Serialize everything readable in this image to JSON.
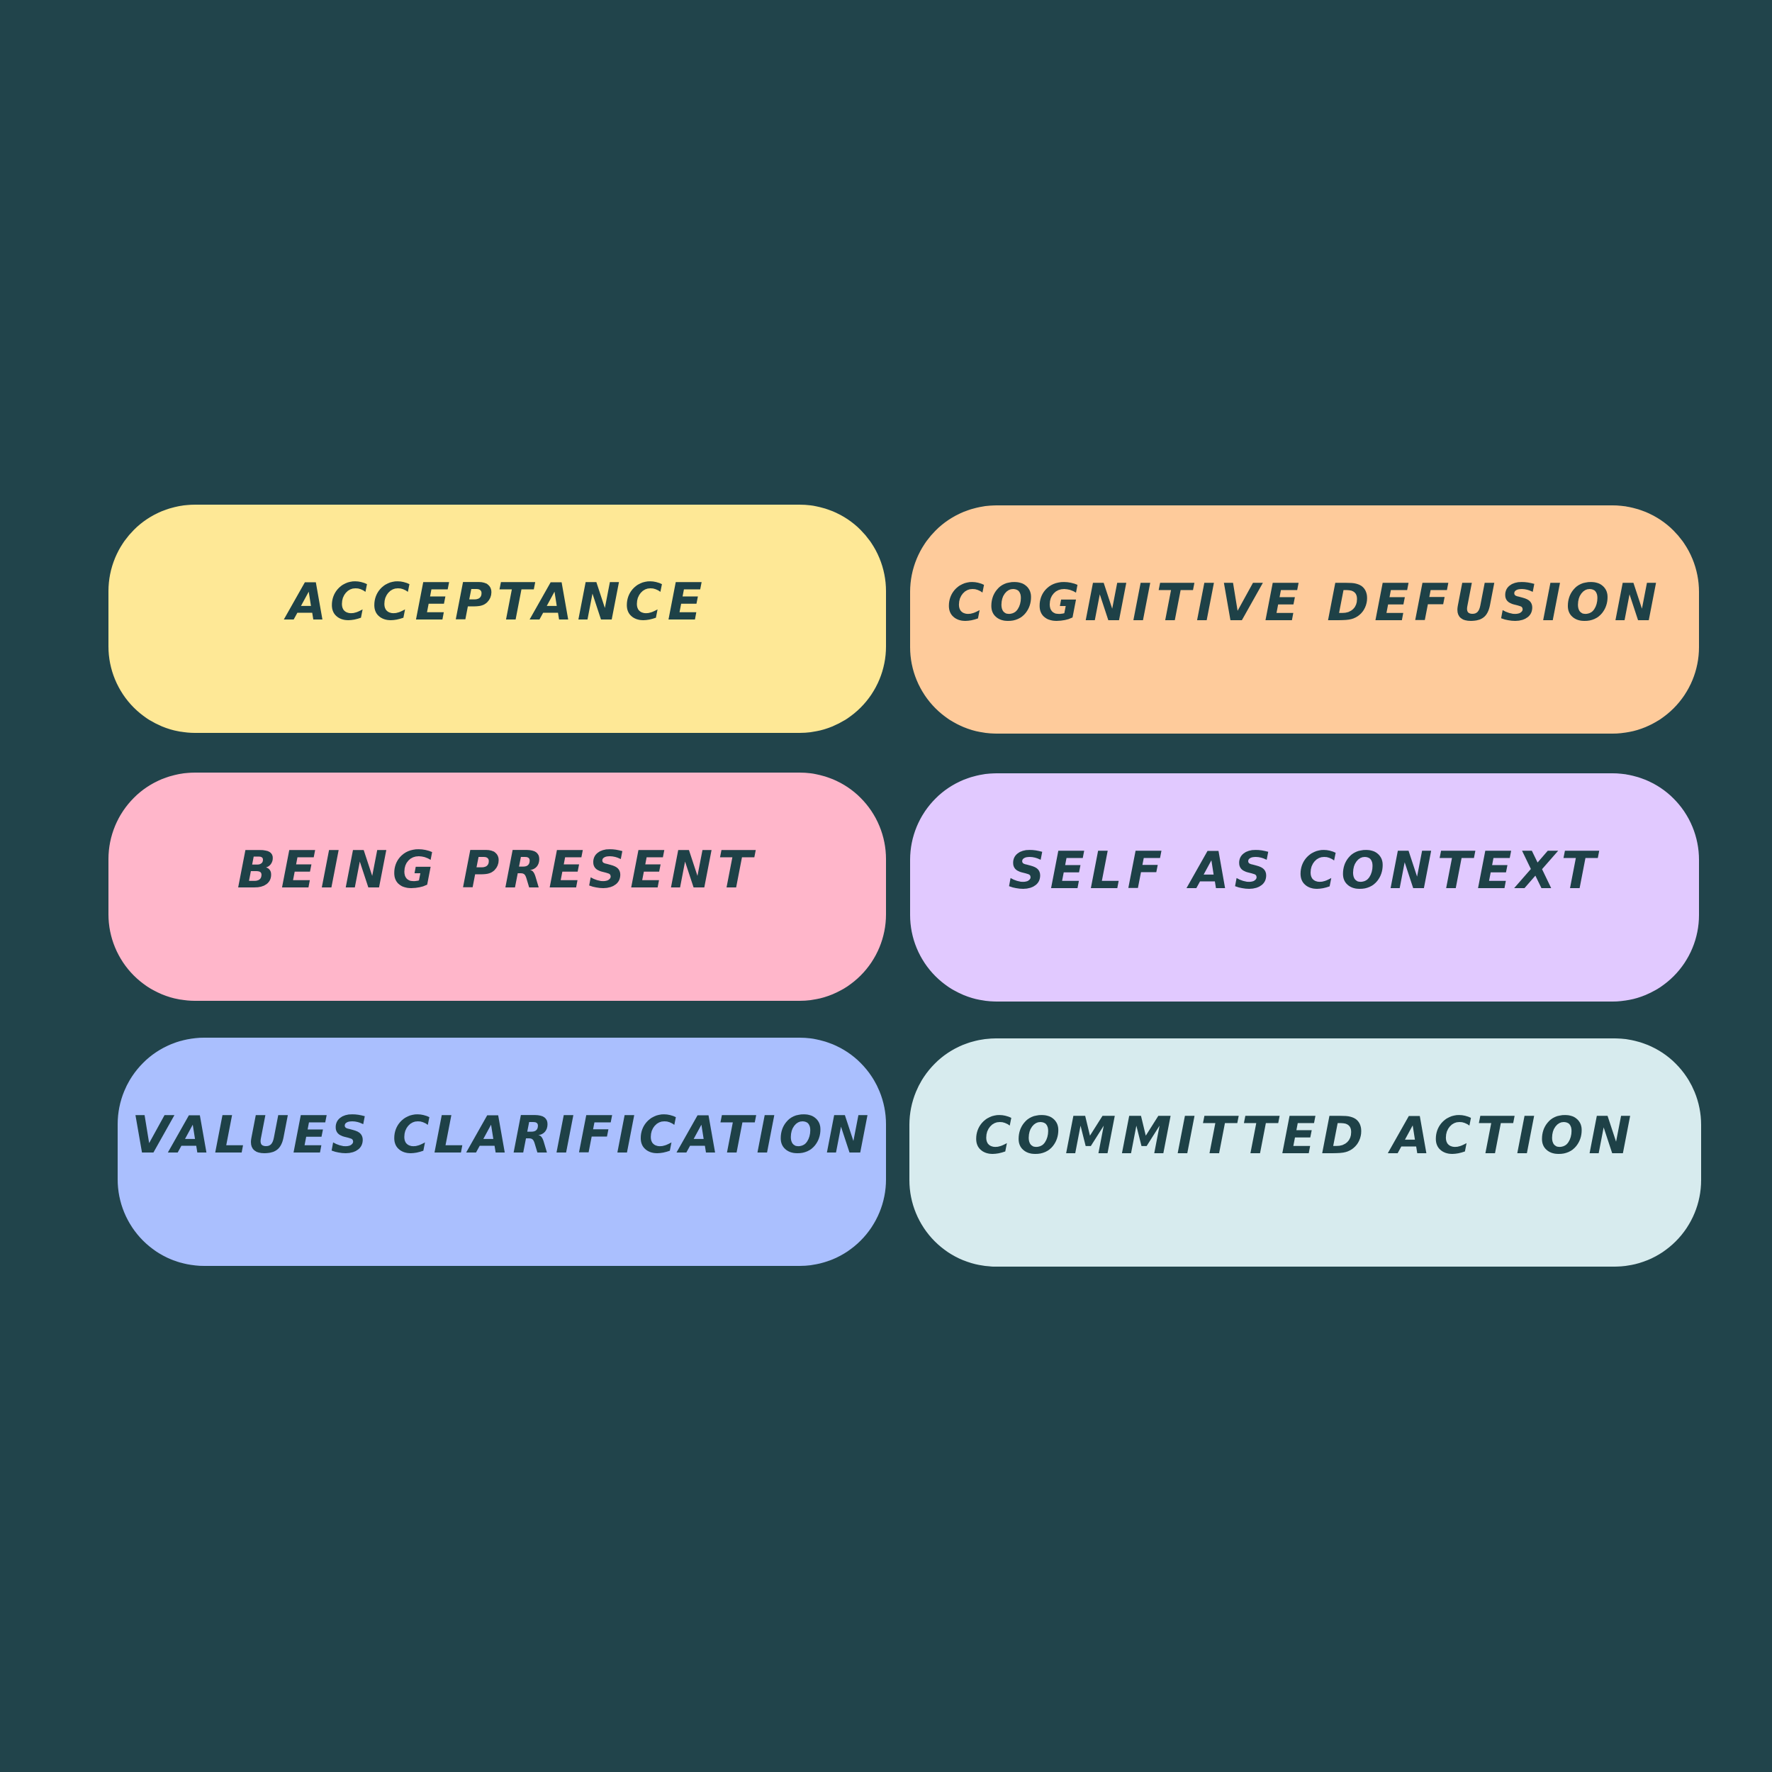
{
  "colors": {
    "background": "#21444b",
    "text": "#1e4147"
  },
  "pills": [
    {
      "id": "pill-acceptance",
      "label": "ACCEPTANCE",
      "color": "#fee896"
    },
    {
      "id": "pill-defusion",
      "label": "COGNITIVE DEFUSION",
      "color": "#fecb9b"
    },
    {
      "id": "pill-present",
      "label": "BEING PRESENT",
      "color": "#ffb6ca"
    },
    {
      "id": "pill-self",
      "label": "SELF AS CONTEXT",
      "color": "#e1c9ff"
    },
    {
      "id": "pill-values",
      "label": "VALUES CLARIFICATION",
      "color": "#aabffe"
    },
    {
      "id": "pill-committed",
      "label": "COMMITTED ACTION",
      "color": "#d7ebee"
    }
  ]
}
